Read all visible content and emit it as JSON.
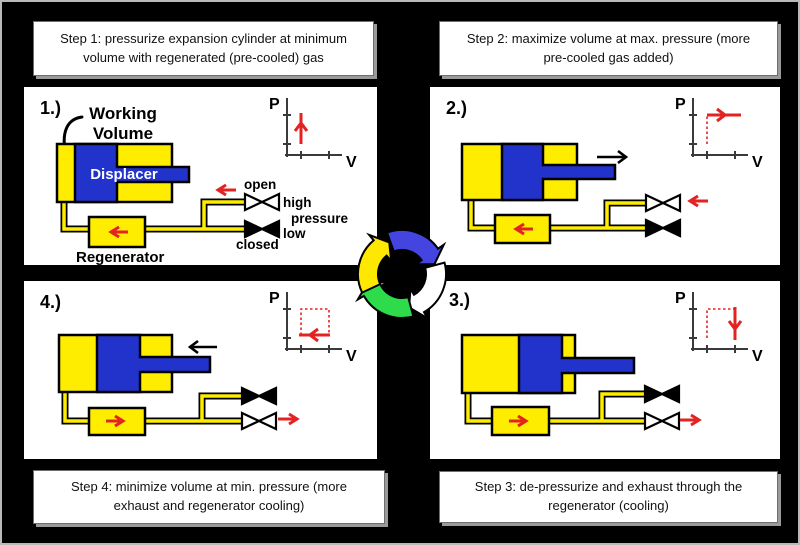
{
  "captions": {
    "step1": "Step 1: pressurize expansion cylinder at minimum volume with regenerated (pre-cooled) gas",
    "step2": "Step 2: maximize volume at max. pressure (more pre-cooled gas added)",
    "step3": "Step 3: de-pressurize and exhaust through the regenerator (cooling)",
    "step4": "Step 4: minimize volume at min. pressure (more exhaust and regenerator cooling)"
  },
  "panels": {
    "p1": {
      "number": "1.)",
      "working_volume_line1": "Working",
      "working_volume_line2": "Volume",
      "displacer": "Displacer",
      "regenerator": "Regenerator",
      "valve_open": "open",
      "valve_closed": "closed",
      "pressure_high": "high",
      "pressure_word": "pressure",
      "pressure_low": "low"
    },
    "p2": {
      "number": "2.)"
    },
    "p3": {
      "number": "3.)"
    },
    "p4": {
      "number": "4.)"
    }
  },
  "pv_axes": {
    "pressure": "P",
    "volume": "V"
  },
  "colors": {
    "background": "#000000",
    "panel": "#ffffff",
    "machine_yellow": "#ffed00",
    "displacer_blue": "#2233cc",
    "flow_red": "#e32222",
    "cycle_blue": "#4444e0",
    "cycle_white": "#ffffff",
    "cycle_green": "#2edb4a",
    "cycle_yellow": "#ffe800"
  }
}
